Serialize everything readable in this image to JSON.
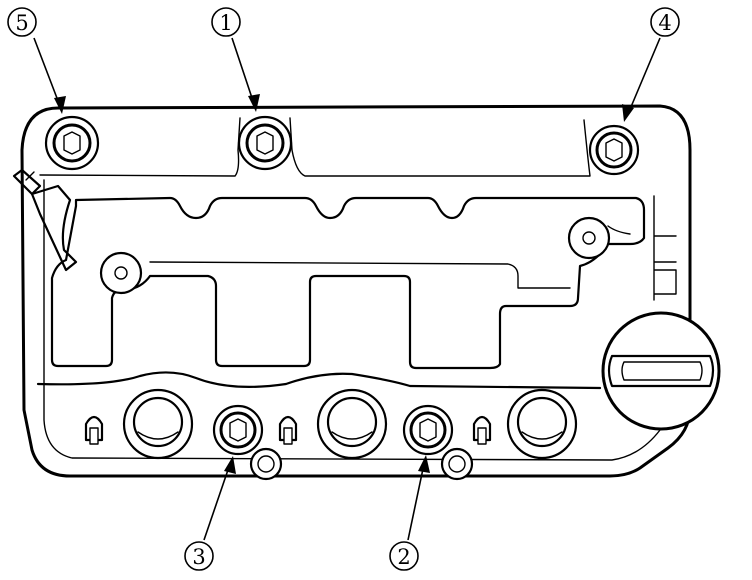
{
  "callouts": [
    {
      "id": "callout-5",
      "label": "5"
    },
    {
      "id": "callout-1",
      "label": "1"
    },
    {
      "id": "callout-4",
      "label": "4"
    },
    {
      "id": "callout-3",
      "label": "3"
    },
    {
      "id": "callout-2",
      "label": "2"
    }
  ]
}
